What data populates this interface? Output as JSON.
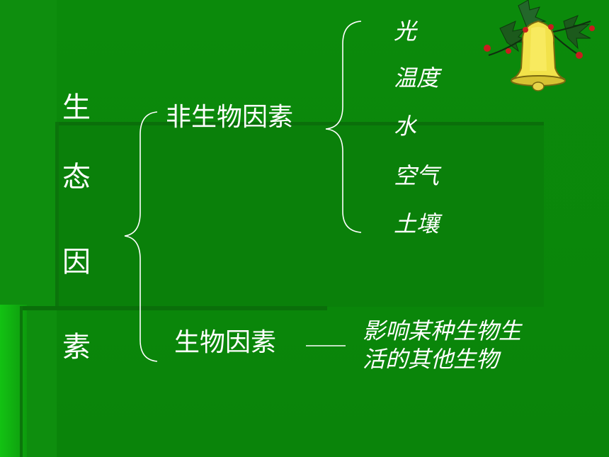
{
  "root": {
    "chars": [
      "生",
      "态",
      "因",
      "素"
    ]
  },
  "abiotic": {
    "label": "非生物因素",
    "items": [
      "光",
      "温度",
      "水",
      "空气",
      "土壤"
    ]
  },
  "biotic": {
    "label": "生物因素",
    "desc_line1": "影响某种生物生",
    "desc_line2": "活的其他生物"
  },
  "decoration": {
    "icon": "christmas-bell-icon",
    "colors": {
      "background": "#0b8a0b",
      "text": "#ffffff",
      "bell": "#f2e24a",
      "holly": "#1c5a1c",
      "berry": "#c81e1e"
    }
  }
}
